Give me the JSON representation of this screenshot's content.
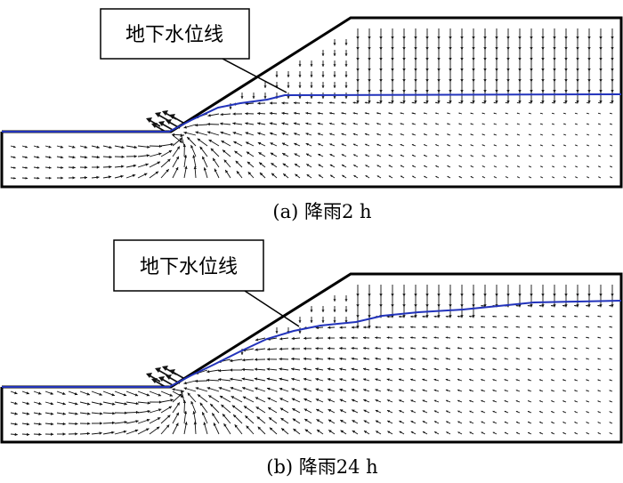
{
  "panels": [
    {
      "id": "a",
      "caption": "(a) 降雨2 h",
      "callout": "地下水位线",
      "water_table_color": "#2233bb",
      "water_table_state": "early-rise",
      "flow_arrows": "seepage-velocity-field"
    },
    {
      "id": "b",
      "caption": "(b) 降雨24 h",
      "callout": "地下水位线",
      "water_table_color": "#2233bb",
      "water_table_state": "late-rise",
      "flow_arrows": "seepage-velocity-field"
    }
  ],
  "colors": {
    "outline": "#000000",
    "arrow": "#111111",
    "water_table": "#2233bb",
    "background": "#ffffff"
  }
}
